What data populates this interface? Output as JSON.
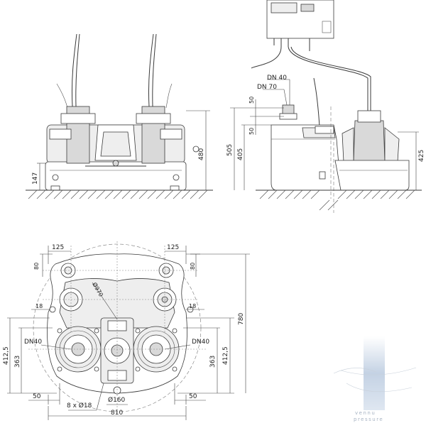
{
  "dimensions": {
    "front_480": "480",
    "front_147": "147",
    "side_dn40": "DN 40",
    "side_dn70": "DN 70",
    "side_50_top": "50",
    "side_50_bottom": "50",
    "side_505": "505",
    "side_405": "405",
    "side_425": "425",
    "plan_125_left": "125",
    "plan_125_right": "125",
    "plan_80_left": "80",
    "plan_80_right": "80",
    "plan_diameter_970": "Ø970",
    "plan_18_left": "18",
    "plan_18_right": "18",
    "plan_780": "780",
    "plan_dn40_left": "DN40",
    "plan_dn40_right": "DN40",
    "plan_412_5_left": "412,5",
    "plan_363_left": "363",
    "plan_363_right": "363",
    "plan_412_5_right": "412,5",
    "plan_50_left": "50",
    "plan_50_right": "50",
    "plan_holes": "8 x Ø18",
    "plan_diameter_160": "Ø160",
    "plan_810": "810"
  },
  "watermark": {
    "line1": "vennu",
    "line2": "pressure"
  },
  "colors": {
    "line": "#3a3a3a",
    "fill": "#d9d9d9",
    "watermark": "#a8b4c4"
  }
}
